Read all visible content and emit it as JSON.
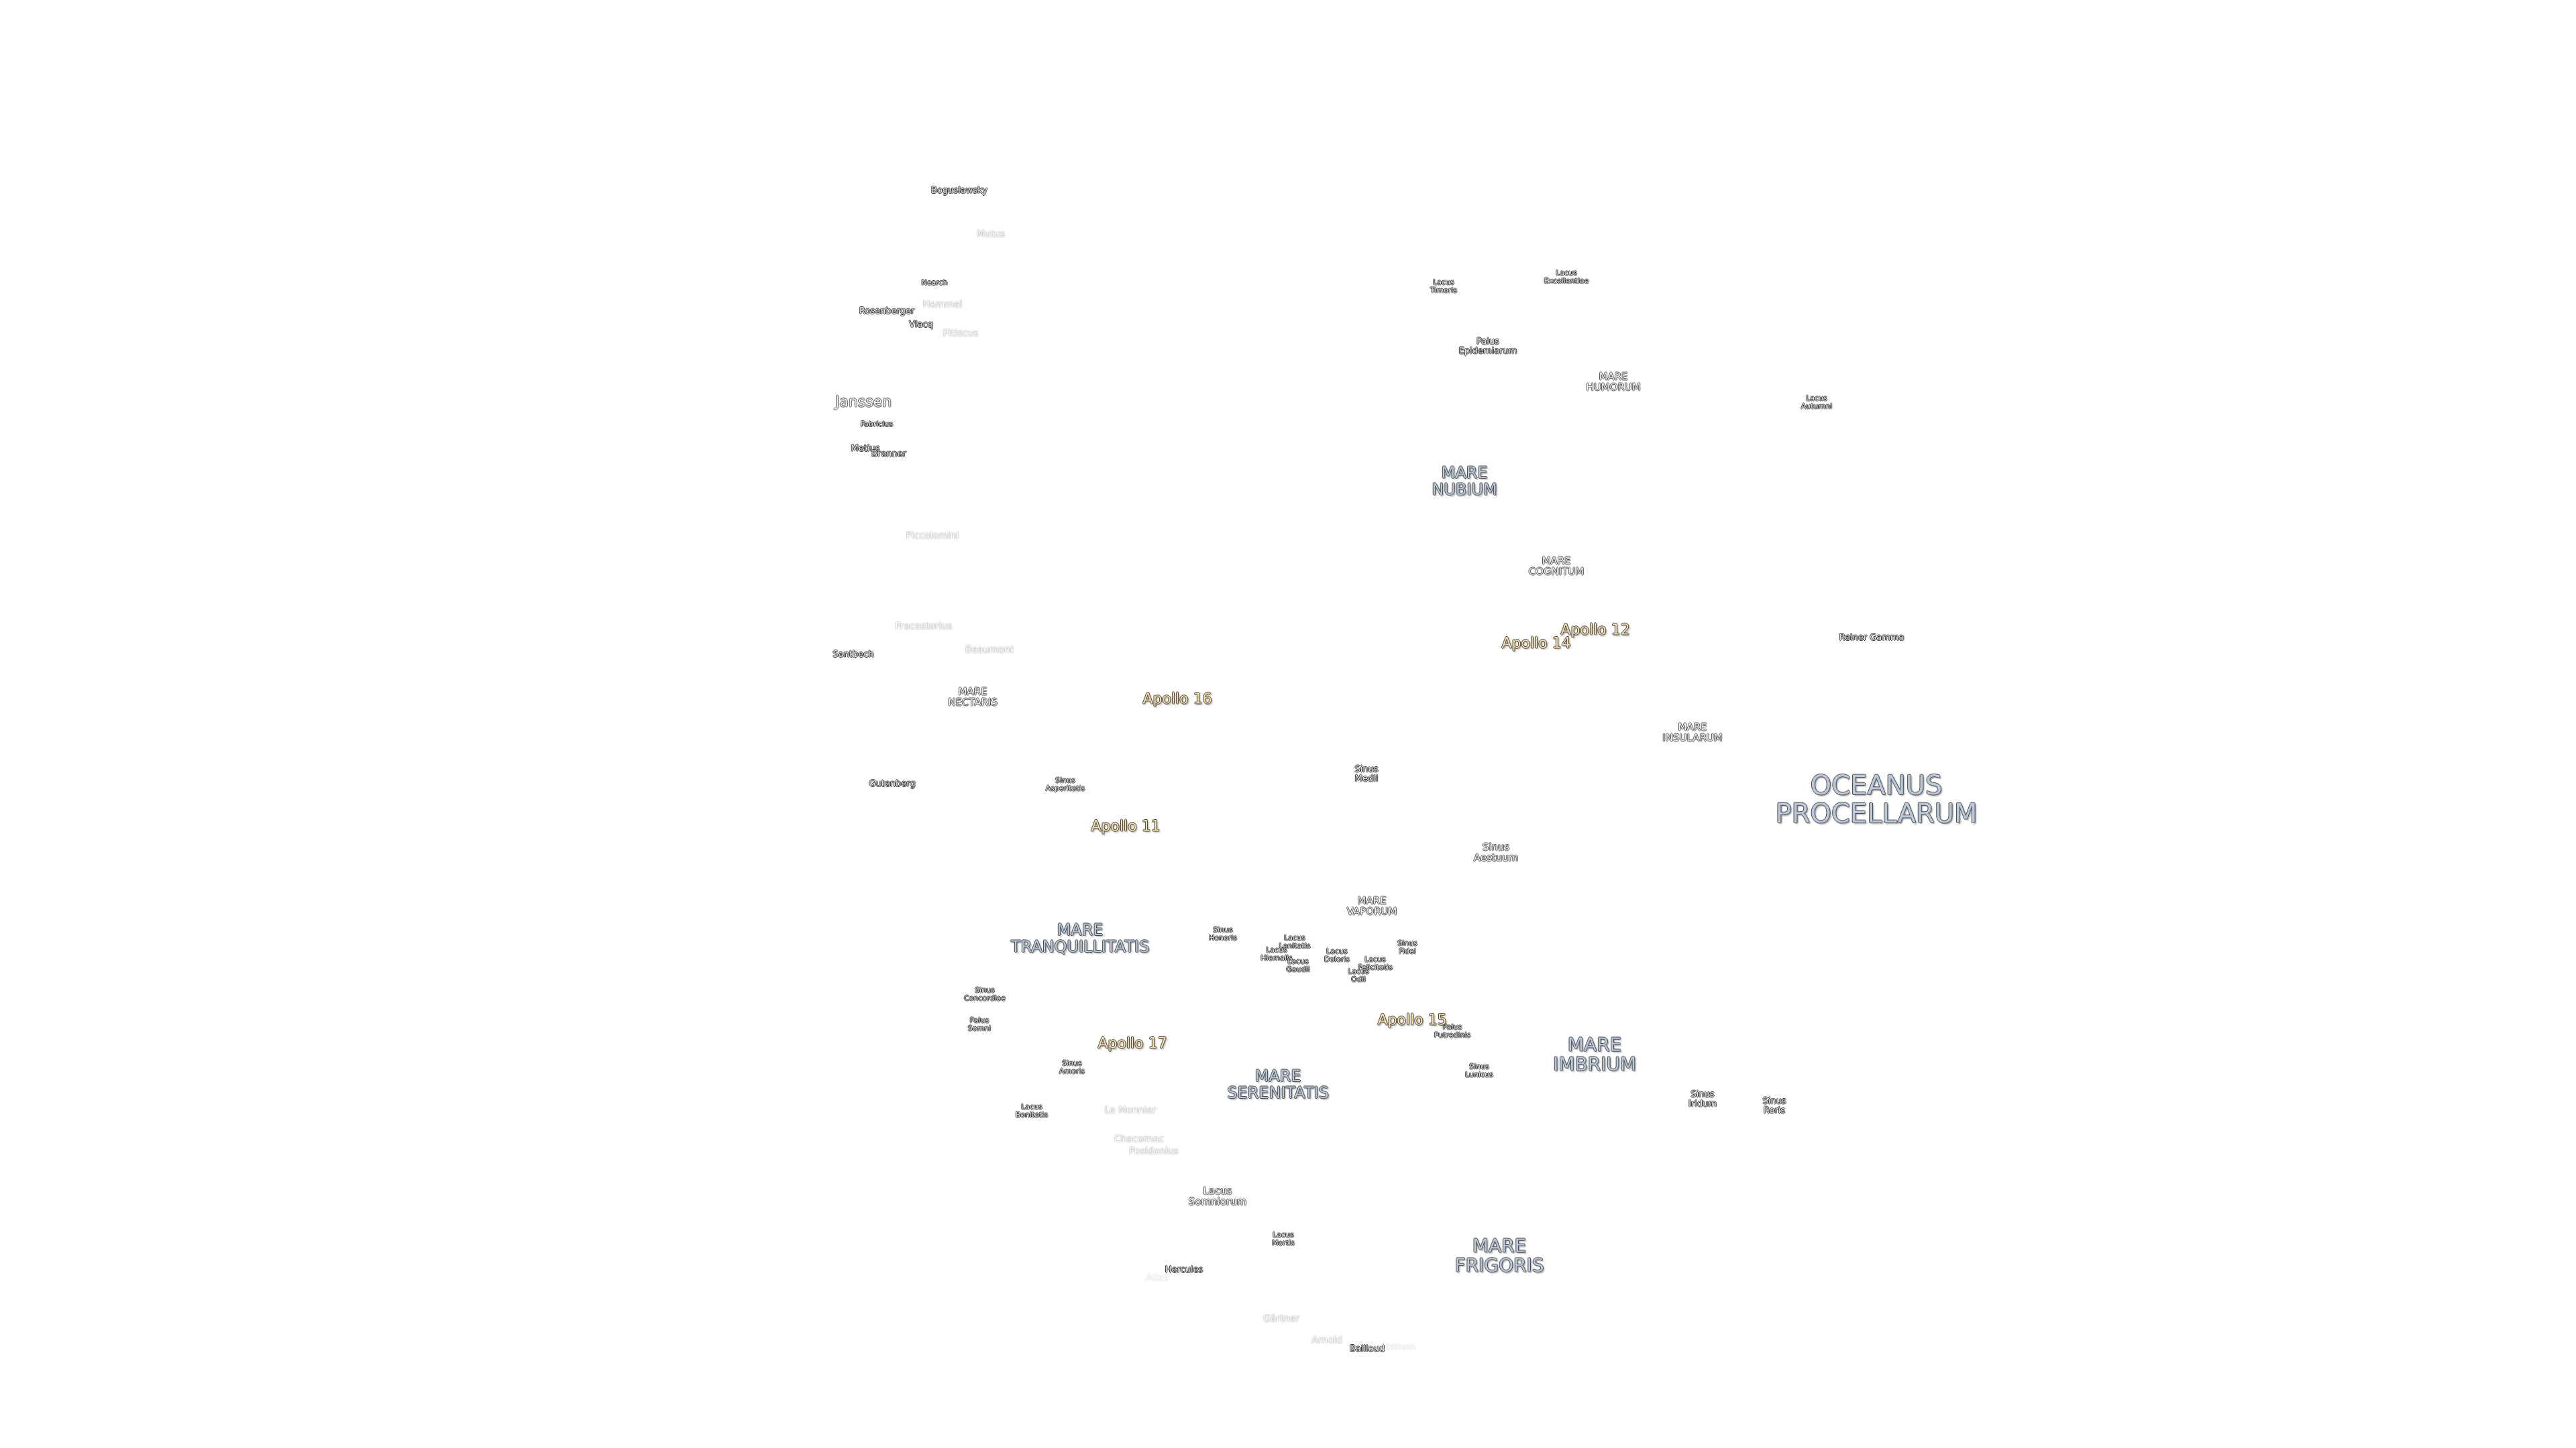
{
  "labels": [
    {
      "id": "oceanus-procellarum",
      "lines": [
        "OCEANUS",
        "PROCELLARUM"
      ],
      "cls": "mare big"
    },
    {
      "id": "mare-imbrium",
      "lines": [
        "MARE",
        "IMBRIUM"
      ],
      "cls": "mare"
    },
    {
      "id": "mare-frigoris",
      "lines": [
        "MARE",
        "FRIGORIS"
      ],
      "cls": "mare"
    },
    {
      "id": "mare-serenitatis",
      "lines": [
        "MARE",
        "SERENITATIS"
      ],
      "cls": "mare mid"
    },
    {
      "id": "mare-tranquillitatis",
      "lines": [
        "MARE",
        "TRANQUILLITATIS"
      ],
      "cls": "mare mid"
    },
    {
      "id": "mare-nubium",
      "lines": [
        "MARE",
        "NUBIUM"
      ],
      "cls": "mare mid"
    },
    {
      "id": "mare-humorum",
      "lines": [
        "MARE",
        "HUMORUM"
      ],
      "cls": "crater"
    },
    {
      "id": "mare-cognitum",
      "lines": [
        "MARE",
        "COGNITUM"
      ],
      "cls": "crater"
    },
    {
      "id": "mare-insularum",
      "lines": [
        "MARE",
        "INSULARUM"
      ],
      "cls": "crater"
    },
    {
      "id": "mare-nectaris",
      "lines": [
        "MARE",
        "NECTARIS"
      ],
      "cls": "crater"
    },
    {
      "id": "mare-vaporum",
      "lines": [
        "MARE",
        "VAPORUM"
      ],
      "cls": "crater"
    },
    {
      "id": "lacus-somniorum",
      "lines": [
        "Lacus",
        "Somniorum"
      ],
      "cls": "crater"
    },
    {
      "id": "sinus-aestuum",
      "lines": [
        "Sinus",
        "Aestuum"
      ],
      "cls": "crater"
    },
    {
      "id": "sinus-medii",
      "lines": [
        "Sinus",
        "Medii"
      ],
      "cls": "small"
    },
    {
      "id": "palus-epidemiarum",
      "lines": [
        "Palus",
        "Epidemiarum"
      ],
      "cls": "small"
    },
    {
      "id": "lacus-timoris",
      "lines": [
        "Lacus",
        "Timoris"
      ],
      "cls": "tiny"
    },
    {
      "id": "lacus-excellentiae",
      "lines": [
        "Lacus",
        "Excellentiae"
      ],
      "cls": "tiny"
    },
    {
      "id": "lacus-autumni",
      "lines": [
        "Lacus",
        "Autumni"
      ],
      "cls": "tiny"
    },
    {
      "id": "reiner-gamma",
      "lines": [
        "Reiner Gamma"
      ],
      "cls": "small"
    },
    {
      "id": "sinus-asperitatis",
      "lines": [
        "Sinus",
        "Asperitatis"
      ],
      "cls": "tiny"
    },
    {
      "id": "sinus-concordiae",
      "lines": [
        "Sinus",
        "Concordiae"
      ],
      "cls": "tiny"
    },
    {
      "id": "palus-somni",
      "lines": [
        "Palus",
        "Somni"
      ],
      "cls": "tiny"
    },
    {
      "id": "sinus-amoris",
      "lines": [
        "Sinus",
        "Amoris"
      ],
      "cls": "tiny"
    },
    {
      "id": "lacus-bonitatis",
      "lines": [
        "Lacus",
        "Bonitatis"
      ],
      "cls": "tiny"
    },
    {
      "id": "sinus-honoris",
      "lines": [
        "Sinus",
        "Honoris"
      ],
      "cls": "tiny"
    },
    {
      "id": "lacus-lenitatis",
      "lines": [
        "Lacus",
        "Lenitatis"
      ],
      "cls": "tiny"
    },
    {
      "id": "lacus-hiemalis",
      "lines": [
        "Lacus",
        "Hiemalis"
      ],
      "cls": "tiny"
    },
    {
      "id": "lacus-gaudii",
      "lines": [
        "Lacus",
        "Gaudii"
      ],
      "cls": "tiny"
    },
    {
      "id": "lacus-doloris",
      "lines": [
        "Lacus",
        "Doloris"
      ],
      "cls": "tiny"
    },
    {
      "id": "lacus-odii",
      "lines": [
        "Lacus",
        "Odii"
      ],
      "cls": "tiny"
    },
    {
      "id": "lacus-felicitatis",
      "lines": [
        "Lacus",
        "Felicitatis"
      ],
      "cls": "tiny"
    },
    {
      "id": "sinus-fidei",
      "lines": [
        "Sinus",
        "Fidei"
      ],
      "cls": "tiny"
    },
    {
      "id": "palus-putredinis",
      "lines": [
        "Palus",
        "Putredinis"
      ],
      "cls": "tiny"
    },
    {
      "id": "sinus-lunicus",
      "lines": [
        "Sinus",
        "Lunicus"
      ],
      "cls": "tiny"
    },
    {
      "id": "sinus-iridum",
      "lines": [
        "Sinus",
        "Iridum"
      ],
      "cls": "small"
    },
    {
      "id": "sinus-roris",
      "lines": [
        "Sinus",
        "Roris"
      ],
      "cls": "small"
    },
    {
      "id": "lacus-mortis",
      "lines": [
        "Lacus",
        "Mortis"
      ],
      "cls": "tiny"
    },
    {
      "id": "apollo-11",
      "lines": [
        "Apollo 11"
      ],
      "cls": "apollo"
    },
    {
      "id": "apollo-12",
      "lines": [
        "Apollo 12"
      ],
      "cls": "apollo"
    },
    {
      "id": "apollo-14",
      "lines": [
        "Apollo 14"
      ],
      "cls": "apollo"
    },
    {
      "id": "apollo-15",
      "lines": [
        "Apollo 15"
      ],
      "cls": "apollo"
    },
    {
      "id": "apollo-16",
      "lines": [
        "Apollo 16"
      ],
      "cls": "apollo"
    },
    {
      "id": "apollo-17",
      "lines": [
        "Apollo 17"
      ],
      "cls": "apollo"
    },
    {
      "id": "boguslawsky",
      "lines": [
        "Boguslawsky"
      ],
      "cls": "small"
    },
    {
      "id": "mutus",
      "lines": [
        "Mutus"
      ],
      "cls": "faded"
    },
    {
      "id": "hommel",
      "lines": [
        "Hommel"
      ],
      "cls": "faded"
    },
    {
      "id": "nearch",
      "lines": [
        "Nearch"
      ],
      "cls": "tiny"
    },
    {
      "id": "rosenberger",
      "lines": [
        "Rosenberger"
      ],
      "cls": "small"
    },
    {
      "id": "vlacq",
      "lines": [
        "Vlacq"
      ],
      "cls": "small"
    },
    {
      "id": "pitiscus",
      "lines": [
        "Pitiscus"
      ],
      "cls": "faded"
    },
    {
      "id": "janssen",
      "lines": [
        "Janssen"
      ],
      "cls": "crater big"
    },
    {
      "id": "fabricius",
      "lines": [
        "Fabricius"
      ],
      "cls": "tiny"
    },
    {
      "id": "metius",
      "lines": [
        "Metius"
      ],
      "cls": "small"
    },
    {
      "id": "brenner",
      "lines": [
        "Brenner"
      ],
      "cls": "small"
    },
    {
      "id": "piccolomini",
      "lines": [
        "Piccolomini"
      ],
      "cls": "faded"
    },
    {
      "id": "fracastorius",
      "lines": [
        "Fracastorius"
      ],
      "cls": "faded"
    },
    {
      "id": "beaumont",
      "lines": [
        "Beaumont"
      ],
      "cls": "faded"
    },
    {
      "id": "santbech",
      "lines": [
        "Santbech"
      ],
      "cls": "small"
    },
    {
      "id": "gutenberg",
      "lines": [
        "Gutenberg"
      ],
      "cls": "small"
    },
    {
      "id": "le-monnier",
      "lines": [
        "Le Monnier"
      ],
      "cls": "faded"
    },
    {
      "id": "chacornac",
      "lines": [
        "Chacornac"
      ],
      "cls": "faded"
    },
    {
      "id": "posidonius",
      "lines": [
        "Posidonius"
      ],
      "cls": "faded"
    },
    {
      "id": "hercules",
      "lines": [
        "Hercules"
      ],
      "cls": "small"
    },
    {
      "id": "atlas",
      "lines": [
        "Atlas"
      ],
      "cls": "faded"
    },
    {
      "id": "gartner",
      "lines": [
        "Gärtner"
      ],
      "cls": "faded"
    },
    {
      "id": "arnold",
      "lines": [
        "Arnold"
      ],
      "cls": "faded"
    },
    {
      "id": "baillaud",
      "lines": [
        "Baillaud"
      ],
      "cls": "small"
    },
    {
      "id": "euctemon",
      "lines": [
        "Euctemon"
      ],
      "cls": "faded"
    }
  ]
}
